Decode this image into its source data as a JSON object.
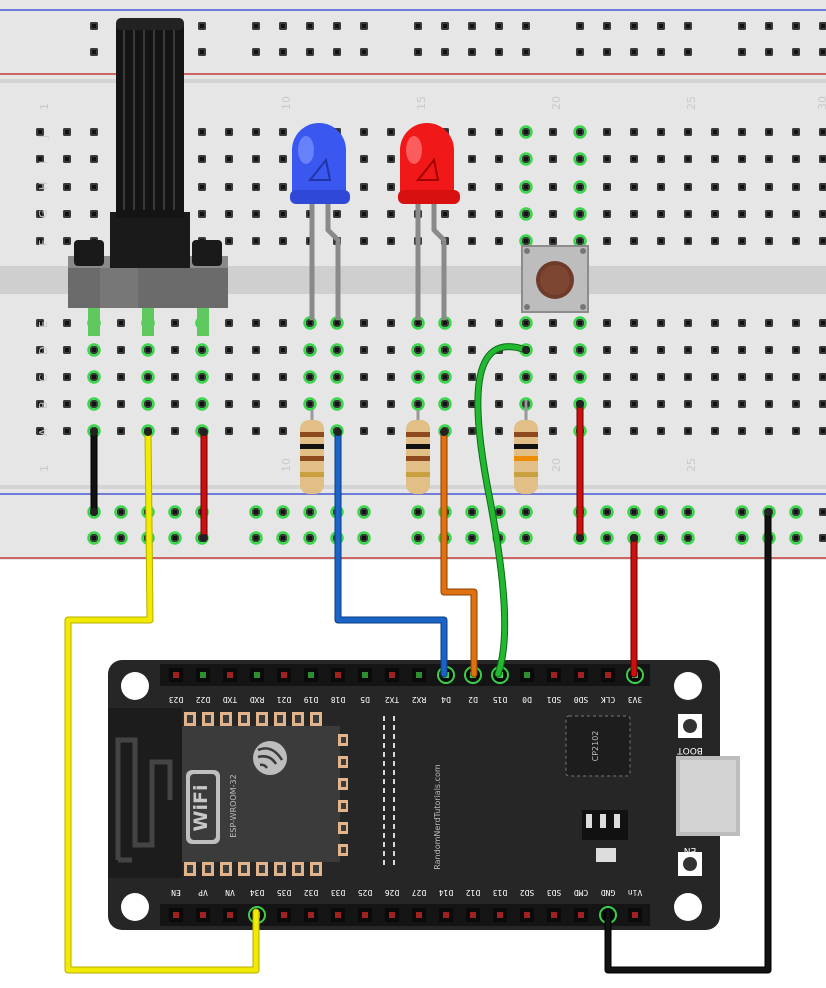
{
  "breadboard": {
    "column_numbers": [
      "1",
      "10",
      "15",
      "20",
      "25",
      "30"
    ],
    "row_letters_top": [
      "J",
      "I",
      "H",
      "G",
      "F"
    ],
    "row_letters_bottom": [
      "E",
      "D",
      "C",
      "B",
      "A"
    ]
  },
  "board": {
    "top_pins": [
      "D23",
      "D22",
      "TXD",
      "RXD",
      "D21",
      "D19",
      "D18",
      "D5",
      "TX2",
      "RX2",
      "D4",
      "D2",
      "D15",
      "D0",
      "SD1",
      "SD0",
      "CLK",
      "3V3"
    ],
    "bottom_pins": [
      "EN",
      "VP",
      "VN",
      "D34",
      "D35",
      "D32",
      "D33",
      "D25",
      "D26",
      "D27",
      "D14",
      "D12",
      "D13",
      "SD2",
      "SD3",
      "CMD",
      "GND",
      "Vin"
    ],
    "module_label": "ESP-WROOM-32",
    "wifi_logo": "WiFi",
    "usb_chip": "CP2102",
    "watermark": "RandomNerdTutorials.com",
    "boot_label": "BOOT",
    "en_label": "EN"
  },
  "wire_colors": {
    "black": "#111111",
    "red": "#cc1010",
    "yellow": "#f2ea00",
    "blue": "#1a64c8",
    "orange": "#e07010",
    "green": "#22b830"
  },
  "components": {
    "led_blue": "#3a57f0",
    "led_red": "#f01818"
  }
}
